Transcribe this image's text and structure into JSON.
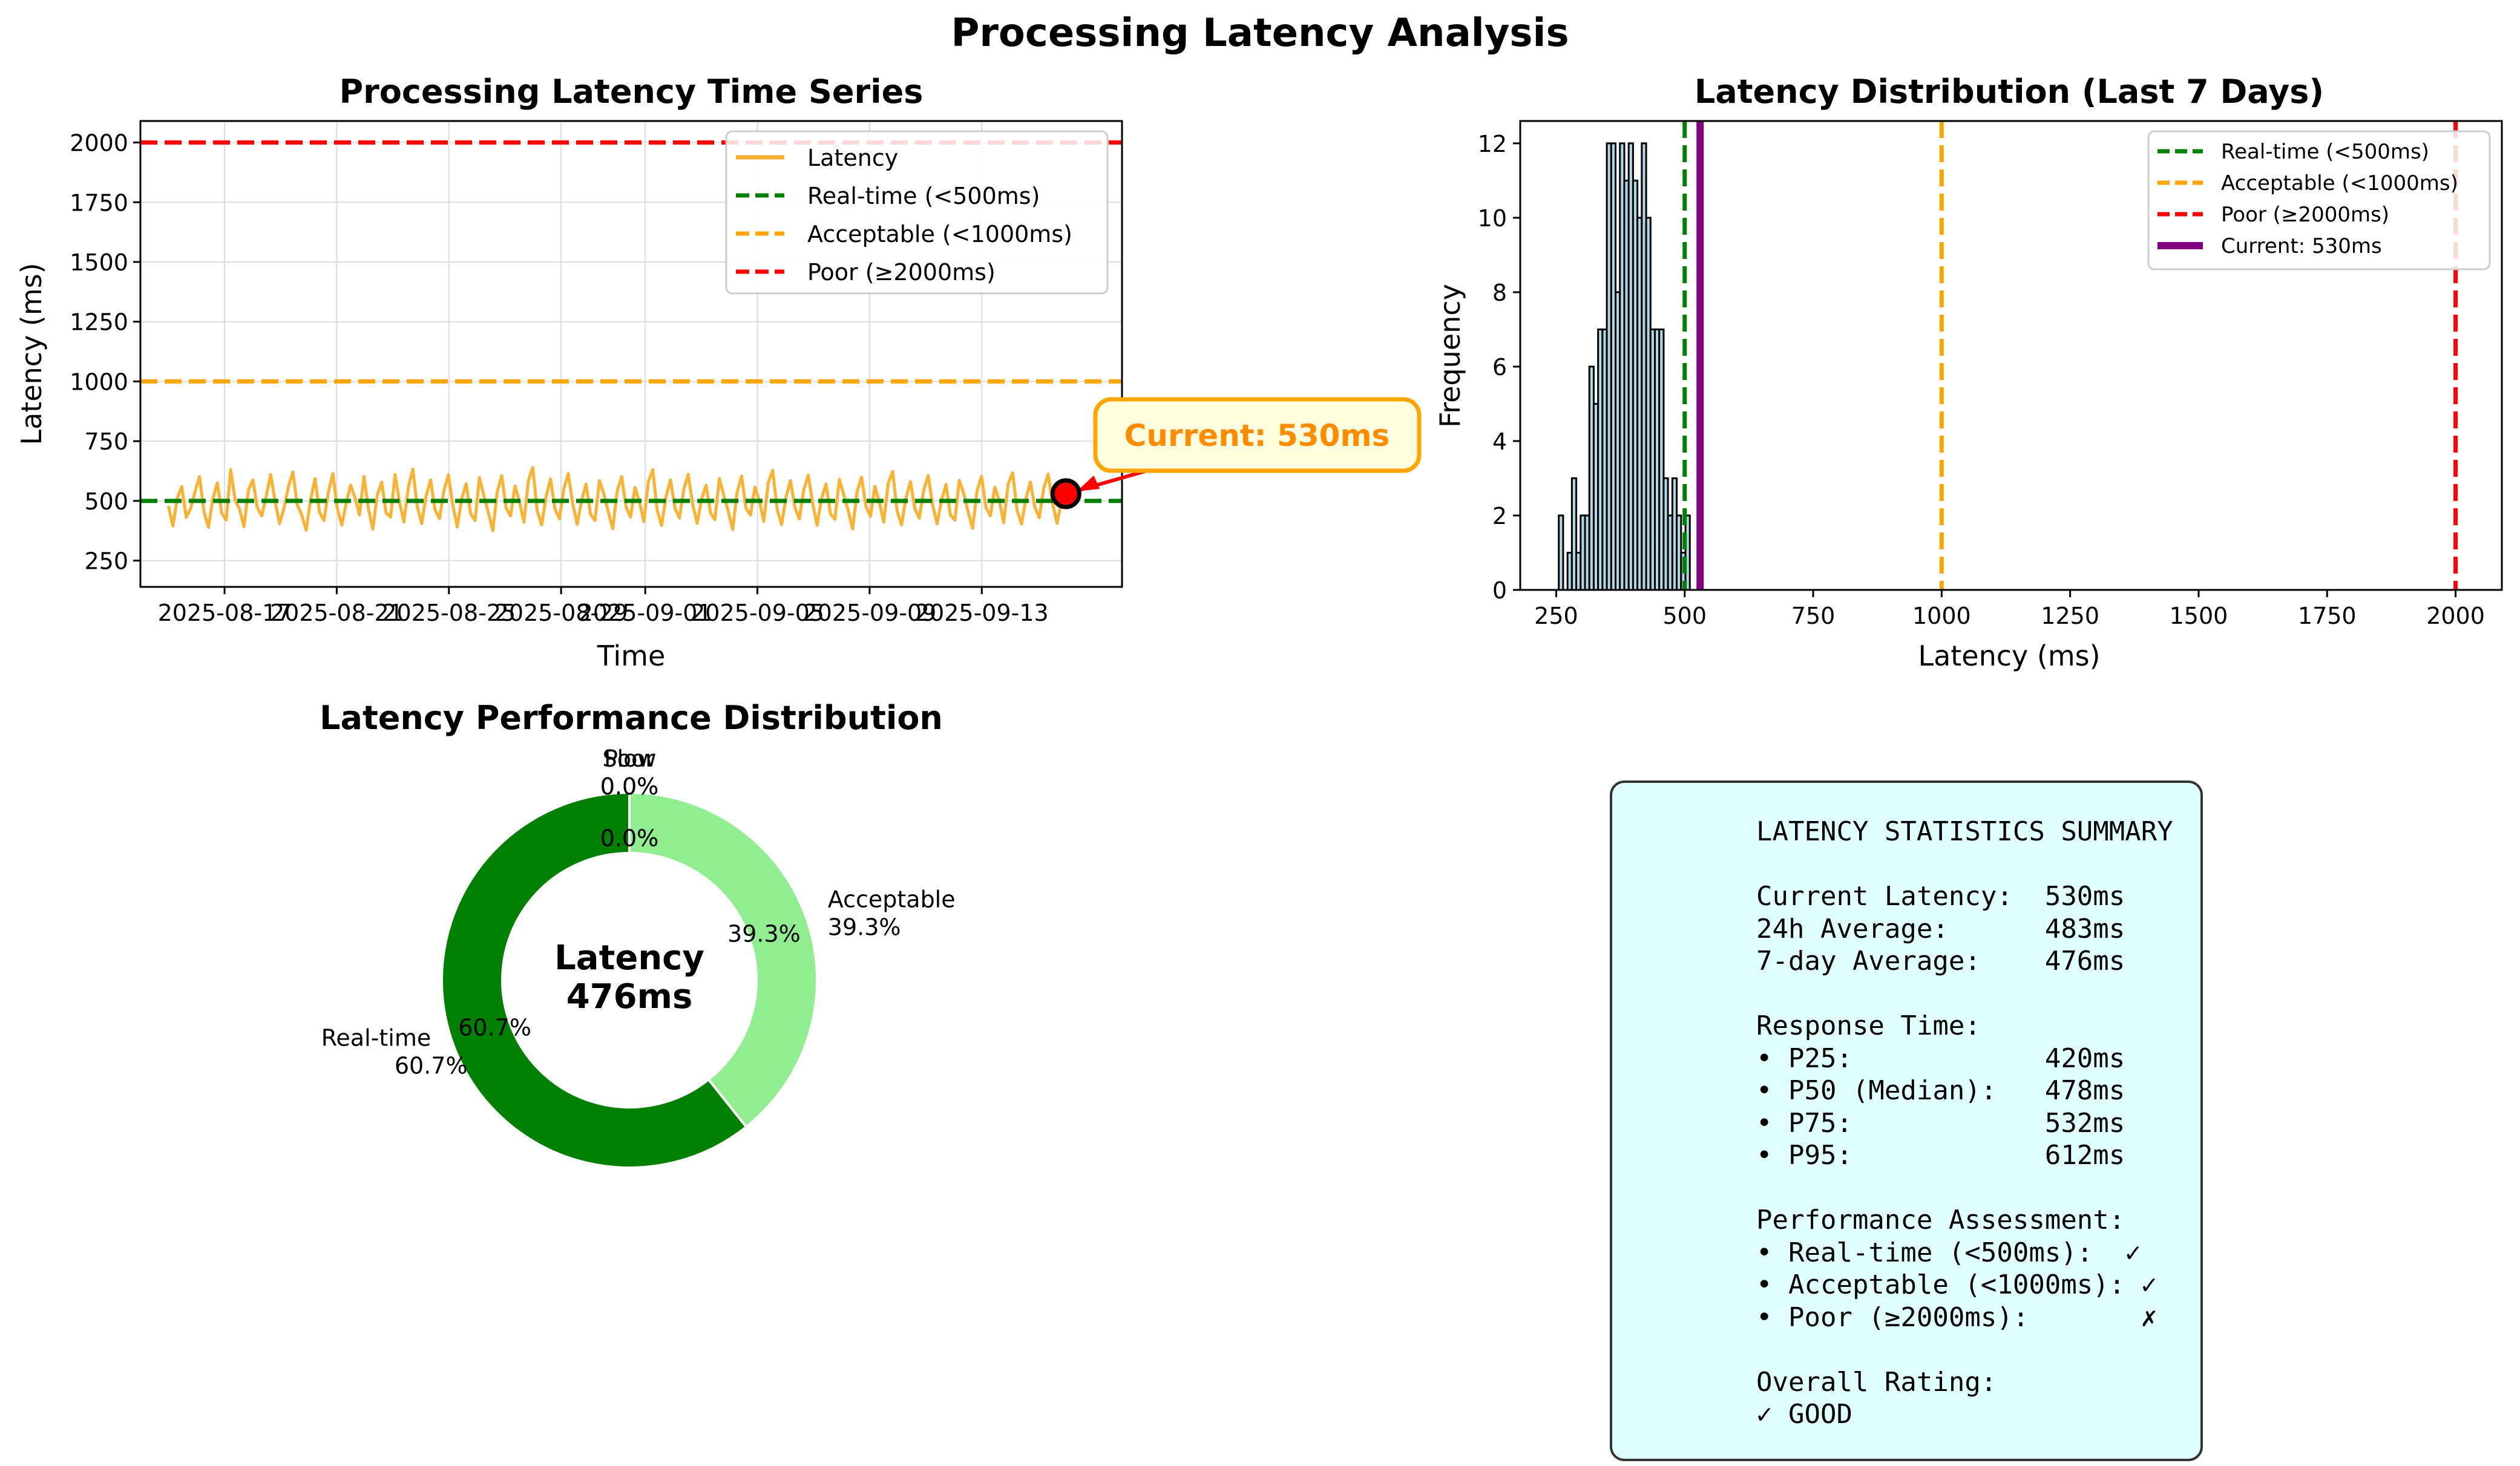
{
  "figure": {
    "title": "Processing Latency Analysis"
  },
  "colors": {
    "latency": "#f9b233",
    "realtime": "#008000",
    "acceptable": "#ffa500",
    "poor": "#ff0000",
    "current": "#800080",
    "hist_fill": "#add8e6",
    "pie_realtime": "#008000",
    "pie_acceptable": "#90ee90",
    "callout_text": "#ff8c00",
    "callout_fill": "#ffffe0",
    "stats_fill": "#e0ffff"
  },
  "chart_data": [
    {
      "type": "line",
      "title": "Processing Latency Time Series",
      "xlabel": "Time",
      "ylabel": "Latency (ms)",
      "xlim": [
        "2025-08-14",
        "2025-09-18"
      ],
      "ylim": [
        140,
        2090
      ],
      "xticks": [
        "2025-08-17",
        "2025-08-21",
        "2025-08-25",
        "2025-08-29",
        "2025-09-01",
        "2025-09-05",
        "2025-09-09",
        "2025-09-13"
      ],
      "yticks": [
        250,
        500,
        750,
        1000,
        1250,
        1500,
        1750,
        2000
      ],
      "grid": true,
      "legend_position": "upper-right",
      "series": [
        {
          "name": "Latency",
          "x_start": "2025-08-15",
          "x_end": "2025-09-16",
          "values": [
            478,
            395,
            512,
            560,
            431,
            468,
            540,
            602,
            455,
            389,
            510,
            575,
            448,
            420,
            631,
            503,
            466,
            392,
            545,
            588,
            472,
            437,
            520,
            610,
            498,
            405,
            468,
            559,
            621,
            484,
            441,
            377,
            506,
            593,
            452,
            418,
            537,
            614,
            470,
            398,
            489,
            566,
            512,
            441,
            602,
            468,
            381,
            525,
            578,
            449,
            432,
            610,
            495,
            412,
            558,
            633,
            476,
            405,
            520,
            588,
            463,
            426,
            542,
            609,
            483,
            391,
            509,
            572,
            447,
            418,
            597,
            521,
            452,
            375,
            538,
            606,
            471,
            437,
            562,
            498,
            410,
            583,
            640,
            458,
            399,
            517,
            592,
            466,
            425,
            551,
            614,
            487,
            402,
            503,
            570,
            444,
            418,
            585,
            529,
            455,
            384,
            541,
            602,
            474,
            432,
            556,
            497,
            413,
            579,
            631,
            461,
            397,
            518,
            588,
            470,
            428,
            549,
            611,
            485,
            406,
            507,
            566,
            450,
            421,
            593,
            523,
            456,
            380,
            536,
            604,
            469,
            440,
            558,
            501,
            414,
            576,
            628,
            465,
            401,
            515,
            585,
            473,
            424,
            547,
            608,
            489,
            398,
            510,
            571,
            446,
            423,
            590,
            526,
            459,
            382,
            539,
            599,
            477,
            435,
            561,
            495,
            411,
            574,
            623,
            459,
            399,
            512,
            581,
            468,
            427,
            545,
            606,
            483,
            404,
            502,
            569,
            441,
            419,
            586,
            530,
            453,
            385,
            542,
            603,
            472,
            438,
            557,
            500,
            409,
            571,
            618,
            462,
            403,
            509,
            579,
            474,
            430,
            552,
            612,
            490,
            406,
            498,
            530
          ],
          "markers": [
            {
              "x": "2025-09-16",
              "y": 530,
              "label": "Current: 530ms"
            }
          ]
        },
        {
          "name": "Real-time (<500ms)",
          "y": 500,
          "style": "dashed"
        },
        {
          "name": "Acceptable (<1000ms)",
          "y": 1000,
          "style": "dashed"
        },
        {
          "name": "Poor (≥2000ms)",
          "y": 2000,
          "style": "dashed"
        }
      ]
    },
    {
      "type": "bar",
      "title": "Latency Distribution (Last 7 Days)",
      "xlabel": "Latency (ms)",
      "ylabel": "Frequency",
      "xlim": [
        180,
        2090
      ],
      "ylim": [
        0,
        12.6
      ],
      "xticks": [
        250,
        500,
        750,
        1000,
        1250,
        1500,
        1750,
        2000
      ],
      "yticks": [
        0,
        2,
        4,
        6,
        8,
        10,
        12
      ],
      "legend_position": "upper-right",
      "bin_start": 255,
      "bin_width": 8.5,
      "values": [
        2,
        0,
        1,
        3,
        1,
        2,
        2,
        6,
        5,
        7,
        7,
        12,
        12,
        8,
        12,
        11,
        12,
        11,
        10,
        12,
        10,
        7,
        7,
        7,
        3,
        2,
        3,
        2,
        1,
        2
      ],
      "vlines": [
        {
          "name": "Real-time (<500ms)",
          "x": 500,
          "style": "dashed"
        },
        {
          "name": "Acceptable (<1000ms)",
          "x": 1000,
          "style": "dashed"
        },
        {
          "name": "Poor (≥2000ms)",
          "x": 2000,
          "style": "dashed"
        },
        {
          "name": "Current: 530ms",
          "x": 530,
          "style": "solid"
        }
      ]
    },
    {
      "type": "pie",
      "title": "Latency Performance Distribution",
      "center_label": "Latency\n476ms",
      "slices": [
        {
          "name": "Acceptable",
          "value": 39.3,
          "label": "39.3%"
        },
        {
          "name": "Real-time",
          "value": 60.7,
          "label": "60.7%"
        },
        {
          "name": "Slow",
          "value": 0.0,
          "label": "0.0%"
        },
        {
          "name": "Poor",
          "value": 0.0,
          "label": "0.0%"
        }
      ]
    }
  ],
  "stats": {
    "title": "LATENCY STATISTICS SUMMARY",
    "lines": [
      "Current Latency:  530ms",
      "24h Average:      483ms",
      "7-day Average:    476ms",
      "",
      "Response Time:",
      "• P25:            420ms",
      "• P50 (Median):   478ms",
      "• P75:            532ms",
      "• P95:            612ms",
      "",
      "Performance Assessment:",
      "• Real-time (<500ms):  ✓",
      "• Acceptable (<1000ms): ✓",
      "• Poor (≥2000ms):       ✗",
      "",
      "Overall Rating:",
      "✓ GOOD"
    ]
  }
}
